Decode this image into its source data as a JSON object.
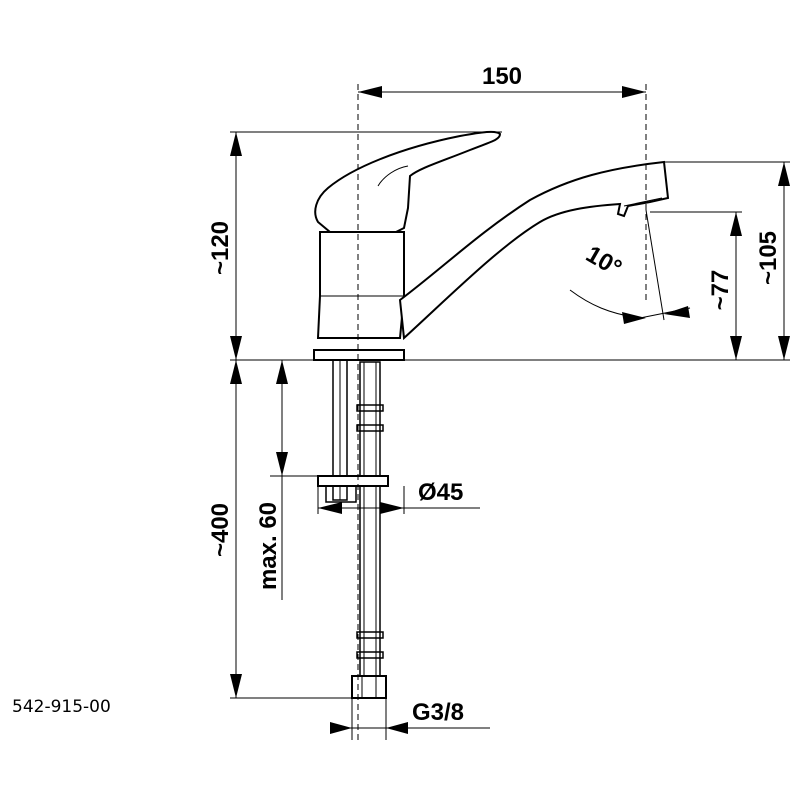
{
  "drawing": {
    "part_number": "542-915-00",
    "dimensions": {
      "reach": "150",
      "height_body": "~120",
      "spout_height": "~105",
      "spout_outlet_height": "~77",
      "swivel_angle": "10°",
      "hose_length": "~400",
      "max_counter_thickness": "max. 60",
      "base_diameter": "Ø45",
      "connection_thread": "G3/8"
    }
  }
}
